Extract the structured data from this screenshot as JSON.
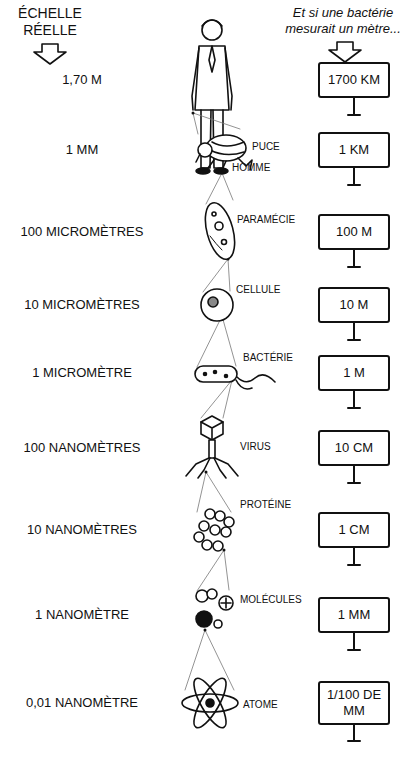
{
  "diagram": {
    "nodes": [
      {
        "text": [
          "1700 KM"
        ]
      },
      {
        "text": [
          "1 KM"
        ]
      },
      {
        "text": [
          "100 M"
        ]
      },
      {
        "text": [
          "10 M"
        ]
      },
      {
        "text": [
          "1 M"
        ]
      },
      {
        "text": [
          "10 CM"
        ]
      },
      {
        "text": [
          "1 CM"
        ]
      },
      {
        "text": [
          "1 MM"
        ]
      },
      {
        "text": [
          "1/100 DE MM"
        ]
      }
    ],
    "labels": [
      "ÉCHELLE RÉELLE",
      "Et si une bactérie mesurait un mètre...",
      "1,70 M",
      "HOMME",
      "1 MM",
      "PUCE",
      "100 MICROMÈTRES",
      "PARAMÉCIE",
      "10 MICROMÈTRES",
      "CELLULE",
      "1 MICROMÈTRE",
      "BACTÉRIE",
      "100 NANOMÈTRES",
      "VIRUS",
      "10 NANOMÈTRES",
      "PROTÉINE",
      "1 NANOMÈTRE",
      "MOLÉCULES",
      "0,01 NANOMÈTRE",
      "ATOME"
    ]
  }
}
